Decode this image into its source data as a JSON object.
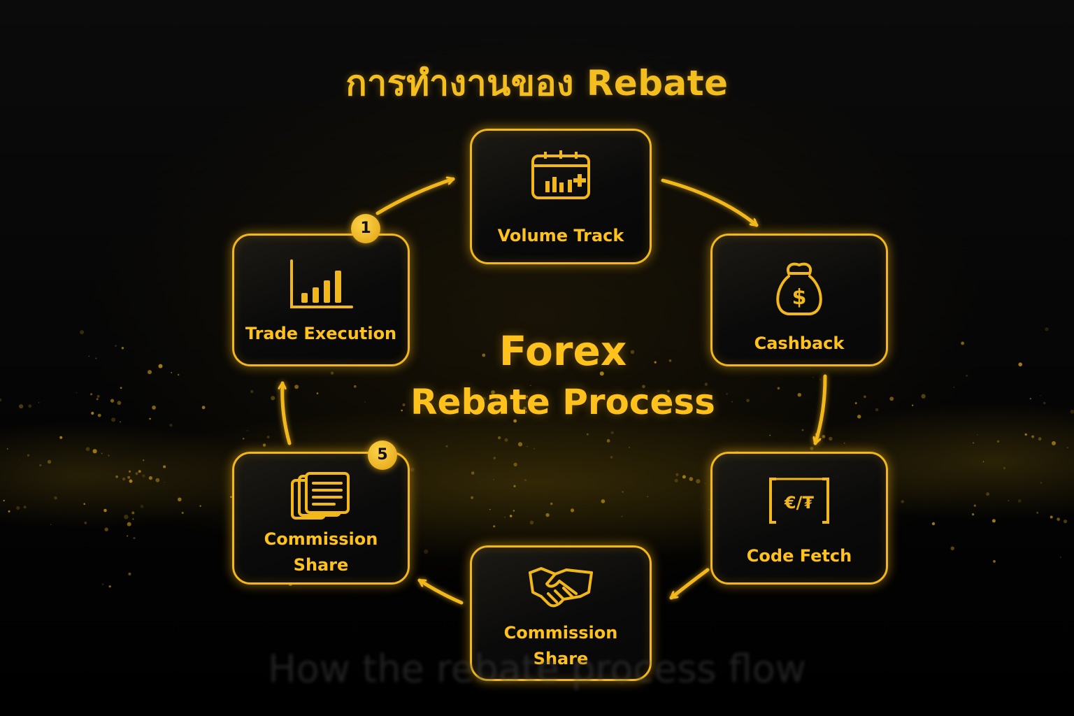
{
  "title": "การทำงานของ Rebate",
  "center": {
    "line1": "Forex",
    "line2": "Rebate Process"
  },
  "nodes": {
    "trade_execution": {
      "label": "Trade Execution",
      "icon": "bar-chart-icon",
      "badge": "1"
    },
    "volume_track": {
      "label": "Volume Track",
      "icon": "calendar-chart-icon"
    },
    "cashback": {
      "label": "Cashback",
      "icon": "money-bag-icon"
    },
    "code_fetch": {
      "label": "Code Fetch",
      "icon": "code-currency-icon"
    },
    "commission_share_bottom": {
      "label_line1": "Commission",
      "label_line2": "Share",
      "icon": "handshake-icon"
    },
    "commission_share_left": {
      "label_line1": "Commission",
      "label_line2": "Share",
      "icon": "documents-icon",
      "badge": "5"
    }
  },
  "watermark": "How the rebate process flow",
  "colors": {
    "gold": "#f2b81b",
    "background": "#050505",
    "text_gold": "#ffc21c"
  }
}
